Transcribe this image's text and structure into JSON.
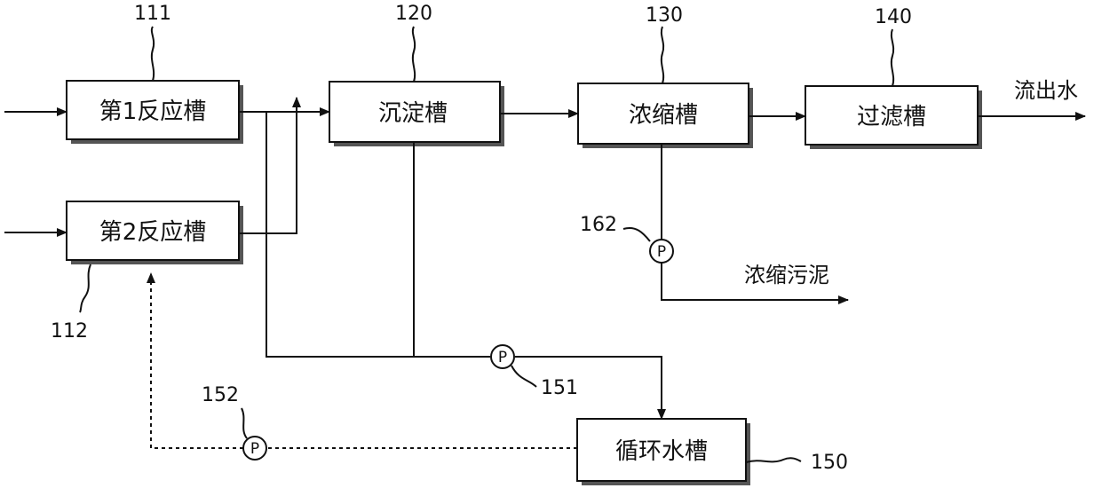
{
  "boxes": {
    "reactor1": "第1反应槽",
    "reactor2": "第2反应槽",
    "settling": "沉淀槽",
    "thickening": "浓缩槽",
    "filtration": "过滤槽",
    "recirculation": "循环水槽"
  },
  "refs": {
    "reactor1": "111",
    "reactor2": "112",
    "settling": "120",
    "thickening": "130",
    "filtration": "140",
    "recirculation": "150",
    "pump151": "151",
    "pump152": "152",
    "pump162": "162"
  },
  "pump_symbol": "P",
  "outputs": {
    "effluent": "流出水",
    "thickened_sludge": "浓缩污泥"
  }
}
